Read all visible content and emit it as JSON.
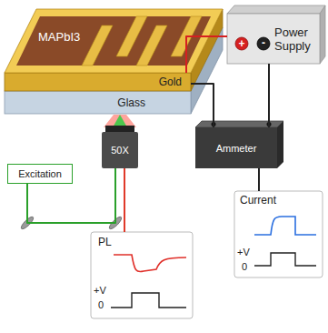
{
  "diagram": {
    "nodes": [
      {
        "text": [
          "Power Supply"
        ]
      },
      {
        "text": [
          "MAPbI3"
        ]
      },
      {
        "text": [
          "Gold"
        ]
      },
      {
        "text": [
          "Glass"
        ]
      },
      {
        "text": [
          "50X"
        ]
      },
      {
        "text": [
          "Ammeter"
        ]
      },
      {
        "text": [
          "Excitation"
        ]
      },
      {
        "text": [
          "PL",
          "+V",
          "0"
        ]
      },
      {
        "text": [
          "Current",
          "+V",
          "0"
        ]
      }
    ],
    "edges": [
      {
        "from": 0,
        "to": 2,
        "arrow": "none"
      },
      {
        "from": 0,
        "to": 5,
        "arrow": "none"
      },
      {
        "from": 5,
        "to": 2,
        "arrow": "none"
      },
      {
        "from": 6,
        "to": 4,
        "arrow": "none"
      },
      {
        "from": 4,
        "to": 7,
        "arrow": "none"
      },
      {
        "from": 5,
        "to": 8,
        "arrow": "none"
      }
    ],
    "labels": [
      "+",
      "-"
    ]
  }
}
